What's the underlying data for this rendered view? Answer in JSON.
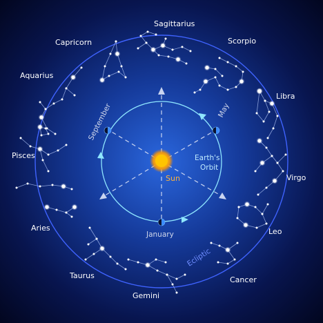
{
  "zodiac": {
    "sagittarius": "Sagittarius",
    "capricorn": "Capricorn",
    "scorpio": "Scorpio",
    "aquarius": "Aquarius",
    "libra": "Libra",
    "pisces": "Pisces",
    "virgo": "Virgo",
    "aries": "Aries",
    "leo": "Leo",
    "taurus": "Taurus",
    "cancer": "Cancer",
    "gemini": "Gemini"
  },
  "orbit": {
    "label_line1": "Earth's",
    "label_line2": "Orbit"
  },
  "sun": {
    "label": "Sun"
  },
  "months": {
    "september": "September",
    "may": "May",
    "january": "January"
  },
  "ecliptic": {
    "label": "Ecliptic"
  },
  "colors": {
    "background_center": "#1d54c8",
    "background_edge": "#02061f",
    "ecliptic": "#3f63ff",
    "orbit": "#8fe6ff",
    "sun": "#ffb000",
    "dashes": "#c9d4f0"
  }
}
